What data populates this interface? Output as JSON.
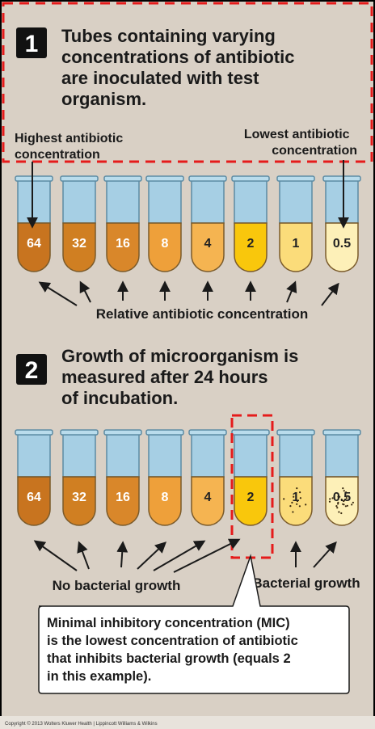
{
  "step1": {
    "number": "1",
    "lines": [
      "Tubes containing varying",
      "concentrations of antibiotic",
      "are inoculated with test",
      "organism."
    ]
  },
  "labels": {
    "highest": [
      "Highest antibiotic",
      "concentration"
    ],
    "lowest": [
      "Lowest antibiotic",
      "concentration"
    ],
    "relative": "Relative antibiotic concentration",
    "no_growth": "No bacterial growth",
    "growth": "Bacterial growth"
  },
  "step2": {
    "number": "2",
    "lines": [
      "Growth of microorganism is",
      "measured after 24 hours",
      "of incubation."
    ]
  },
  "tubes": [
    {
      "value": "64",
      "color": "#c8741f",
      "dark_text": false,
      "growth": false
    },
    {
      "value": "32",
      "color": "#d07f22",
      "dark_text": false,
      "growth": false
    },
    {
      "value": "16",
      "color": "#d9872a",
      "dark_text": false,
      "growth": false
    },
    {
      "value": "8",
      "color": "#eea03a",
      "dark_text": false,
      "growth": false
    },
    {
      "value": "4",
      "color": "#f5b451",
      "dark_text": true,
      "growth": false
    },
    {
      "value": "2",
      "color": "#f9c70c",
      "dark_text": true,
      "growth": false
    },
    {
      "value": "1",
      "color": "#fbdc7a",
      "dark_text": true,
      "growth": true
    },
    {
      "value": "0.5",
      "color": "#fdf0b8",
      "dark_text": true,
      "growth": true
    }
  ],
  "colors": {
    "background": "#d9d0c5",
    "tube_blue": "#a6cfe4",
    "highlight_red": "#e51b1b",
    "number_box": "#111111"
  },
  "mic_box": {
    "lines": [
      "Minimal inhibitory concentration (MIC)",
      "is the lowest concentration of antibiotic",
      "that inhibits bacterial growth (equals 2",
      "in this example)."
    ]
  },
  "copyright": "Copyright © 2013 Wolters Kluwer Health | Lippincott Williams & Wilkins"
}
